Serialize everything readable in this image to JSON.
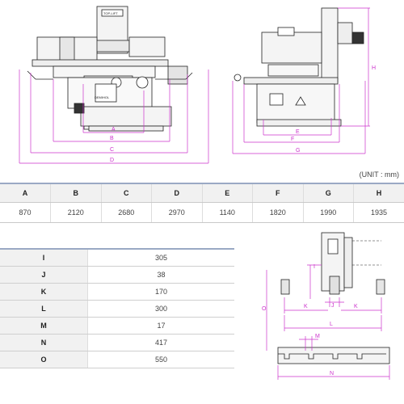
{
  "unit": "(UNIT : mm)",
  "dimensions": {
    "headers": [
      "A",
      "B",
      "C",
      "D",
      "E",
      "F",
      "G",
      "H"
    ],
    "values": [
      "870",
      "2120",
      "2680",
      "2970",
      "1140",
      "1820",
      "1990",
      "1935"
    ]
  },
  "table_dims": [
    {
      "key": "I",
      "value": "305"
    },
    {
      "key": "J",
      "value": "38"
    },
    {
      "key": "K",
      "value": "170"
    },
    {
      "key": "L",
      "value": "300"
    },
    {
      "key": "M",
      "value": "17"
    },
    {
      "key": "N",
      "value": "417"
    },
    {
      "key": "O",
      "value": "550"
    }
  ],
  "front_drawing": {
    "labels": {
      "a": "A",
      "b": "B",
      "c": "C",
      "d": "D"
    },
    "brand": "DEMIHOL",
    "panel_text": "TOP-LIFT"
  },
  "side_drawing": {
    "labels": {
      "e": "E",
      "f": "F",
      "g": "G",
      "h": "H"
    }
  },
  "table_drawing": {
    "labels": {
      "i": "I",
      "j": "J",
      "k1": "K",
      "k2": "K",
      "l": "L",
      "m": "M",
      "n": "N",
      "o": "O"
    }
  },
  "colors": {
    "dimension_line": "#cc33cc",
    "machine_line": "#222222",
    "header_border": "#9aa9c4"
  }
}
